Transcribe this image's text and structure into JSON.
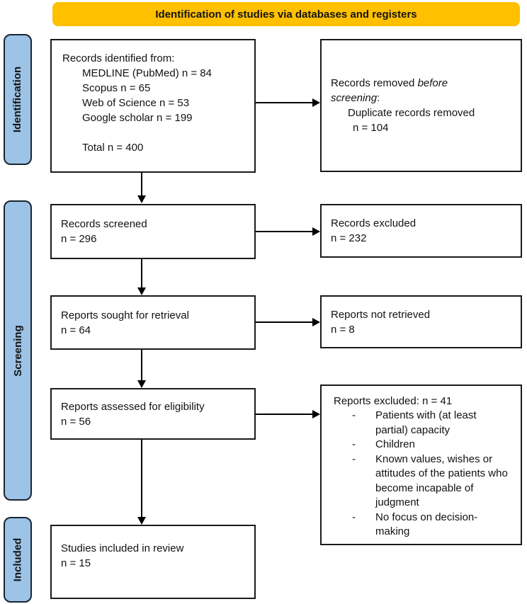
{
  "banner": {
    "title": "Identification of studies via databases and registers"
  },
  "colors": {
    "banner_bg": "#FFC000",
    "stage_bg": "#9DC3E6",
    "stage_border": "#1B2430",
    "box_border": "#1A1A1A",
    "arrow_color": "#000000",
    "text_color": "#121212"
  },
  "stages": [
    {
      "label": "Identification"
    },
    {
      "label": "Screening"
    },
    {
      "label": "Included"
    }
  ],
  "boxes": {
    "records_identified": {
      "title": "Records identified from:",
      "lines": [
        "MEDLINE (PubMed) n = 84",
        "Scopus n = 65",
        "Web of Science n = 53",
        "Google scholar n = 199"
      ],
      "total": "Total n = 400"
    },
    "records_removed": {
      "intro_pre": "Records removed ",
      "intro_italic_1": "before",
      "intro_italic_2": "screening",
      "intro_suffix": ":",
      "detail": "Duplicate records removed",
      "count": "n = 104"
    },
    "records_screened": {
      "title": "Records screened",
      "count": "n = 296"
    },
    "records_excluded": {
      "title": "Records excluded",
      "count": "n = 232"
    },
    "reports_sought": {
      "title": "Reports sought for retrieval",
      "count": "n = 64"
    },
    "reports_not_retrieved": {
      "title": "Reports not retrieved",
      "count": "n = 8"
    },
    "reports_assessed": {
      "title": "Reports assessed for eligibility",
      "count": "n = 56"
    },
    "reports_excluded": {
      "title": "Reports excluded: n = 41",
      "bullet": "-",
      "reasons": [
        "Patients with (at least partial) capacity",
        "Children",
        "Known values, wishes or attitudes of the patients who become incapable of judgment",
        "No focus on decision-making"
      ]
    },
    "studies_included": {
      "title": "Studies included in review",
      "count": "n = 15"
    }
  }
}
